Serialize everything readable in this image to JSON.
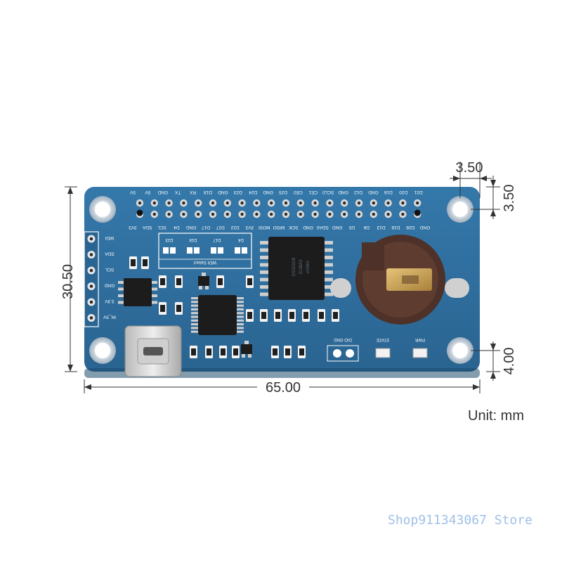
{
  "dimensions": {
    "width": "65.00",
    "height": "30.50",
    "hole_offset_x": "3.50",
    "hole_offset_y": "3.50",
    "bottom_offset": "4.00",
    "unit": "Unit: mm"
  },
  "header_top_labels": [
    "5V",
    "5V",
    "GND",
    "TX",
    "RX",
    "D18",
    "GND",
    "D23",
    "D24",
    "GND",
    "D25",
    "CE0",
    "CE1",
    "SCL0",
    "GND",
    "D12",
    "GND",
    "D16",
    "D20",
    "D21"
  ],
  "header_bottom_labels": [
    "3V3",
    "SDA",
    "SCL",
    "D4",
    "GND",
    "D17",
    "D27",
    "D22",
    "3V3",
    "MOSI",
    "MISO",
    "SCK",
    "GND",
    "SDA0",
    "GND",
    "D5",
    "D6",
    "D13",
    "D19",
    "D26",
    "GND"
  ],
  "side_labels": [
    "WDI",
    "SDA",
    "SCL",
    "GND",
    "3.3V",
    "IN_5V"
  ],
  "wdi_select": {
    "title": "WDI Select",
    "options": [
      "D4",
      "D17",
      "D18",
      "D23"
    ]
  },
  "chip_text": {
    "line1": "DS3231M",
    "line2": "2138A3",
    "line3": "#158G"
  },
  "indicators": {
    "dio_gnd": "DIO GND",
    "state": "STATE",
    "pwr": "PWR"
  },
  "watermark": "Shop911343067 Store",
  "colors": {
    "pcb": "#2f6f9e",
    "pcb_dark": "#255a82",
    "silkscreen": "#ffffff",
    "pad": "#d8d8d8",
    "chip": "#1a1a1a",
    "battery_holder": "#5a3a2e",
    "dimension_line": "#333333"
  }
}
